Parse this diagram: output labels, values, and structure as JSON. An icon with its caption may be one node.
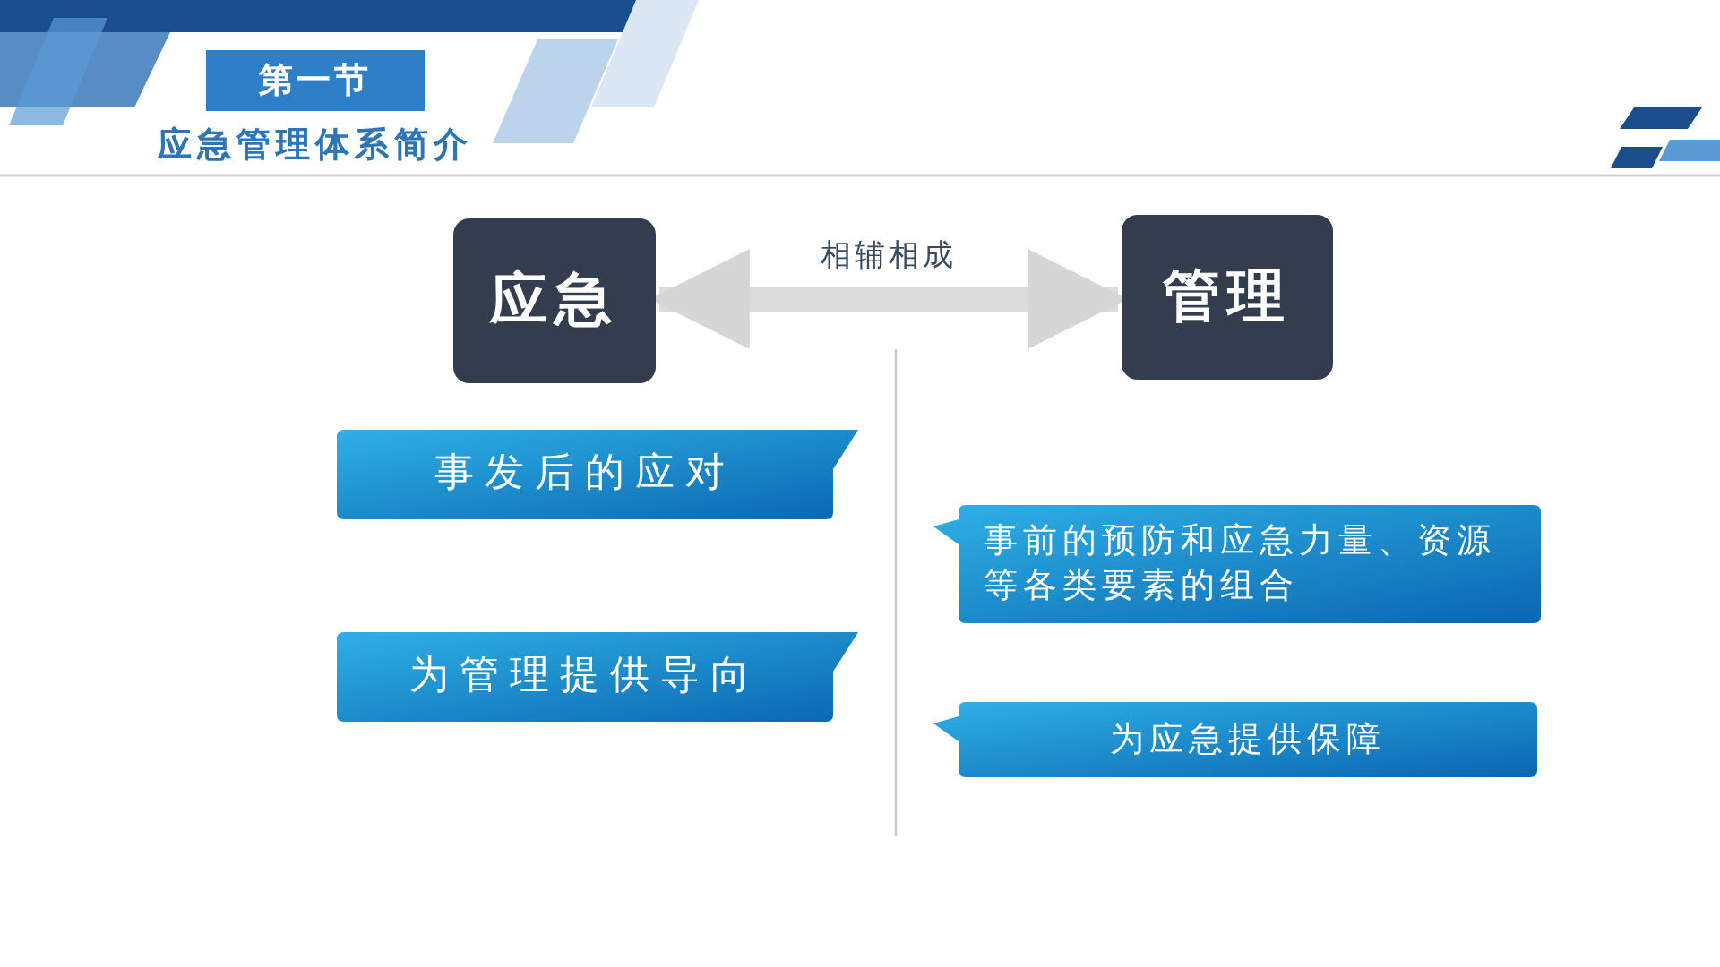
{
  "diagram": {
    "title": "应急管理体系简介",
    "nodes": [
      {
        "text": [
          "第一节"
        ]
      },
      {
        "text": [
          "应急"
        ]
      },
      {
        "text": [
          "管理"
        ]
      },
      {
        "text": [
          "事发后的应对"
        ]
      },
      {
        "text": [
          "为管理提供导向"
        ]
      },
      {
        "text": [
          "事前的预防和应急力量、资源等各类要素的组合"
        ]
      },
      {
        "text": [
          "为应急提供保障"
        ]
      }
    ],
    "edges": [
      {
        "from": 1,
        "to": 2,
        "arrow": "both",
        "label": "相辅相成"
      }
    ]
  }
}
